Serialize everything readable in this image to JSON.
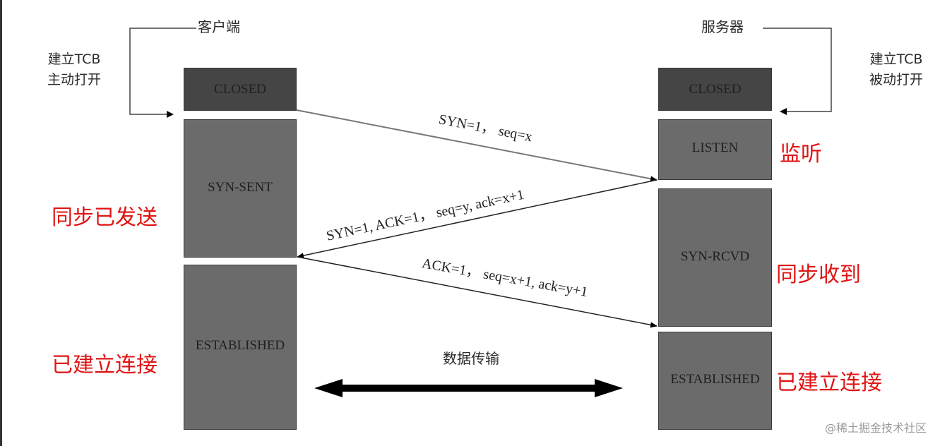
{
  "client": {
    "title": "客户端",
    "tcb_line1": "建立TCB",
    "tcb_line2": "主动打开",
    "states": [
      {
        "label": "CLOSED",
        "annotation": ""
      },
      {
        "label": "SYN-SENT",
        "annotation": "同步已发送"
      },
      {
        "label": "ESTABLISHED",
        "annotation": "已建立连接"
      }
    ]
  },
  "server": {
    "title": "服务器",
    "tcb_line1": "建立TCB",
    "tcb_line2": "被动打开",
    "states": [
      {
        "label": "CLOSED",
        "annotation": ""
      },
      {
        "label": "LISTEN",
        "annotation": "监听"
      },
      {
        "label": "SYN-RCVD",
        "annotation": "同步收到"
      },
      {
        "label": "ESTABLISHED",
        "annotation": "已建立连接"
      }
    ]
  },
  "messages": [
    {
      "label": "SYN=1， seq=x",
      "from": "client",
      "to": "server"
    },
    {
      "label": "SYN=1, ACK=1， seq=y, ack=x+1",
      "from": "server",
      "to": "client"
    },
    {
      "label": "ACK=1， seq=x+1, ack=y+1",
      "from": "client",
      "to": "server"
    }
  ],
  "data_transfer": {
    "label": "数据传输",
    "direction": "bidirectional"
  },
  "watermark": "@稀土掘金技术社区",
  "colors": {
    "closed_box": "#454545",
    "state_box": "#6b6b6b",
    "annotation": "#e01414",
    "arrow": "#000000"
  }
}
